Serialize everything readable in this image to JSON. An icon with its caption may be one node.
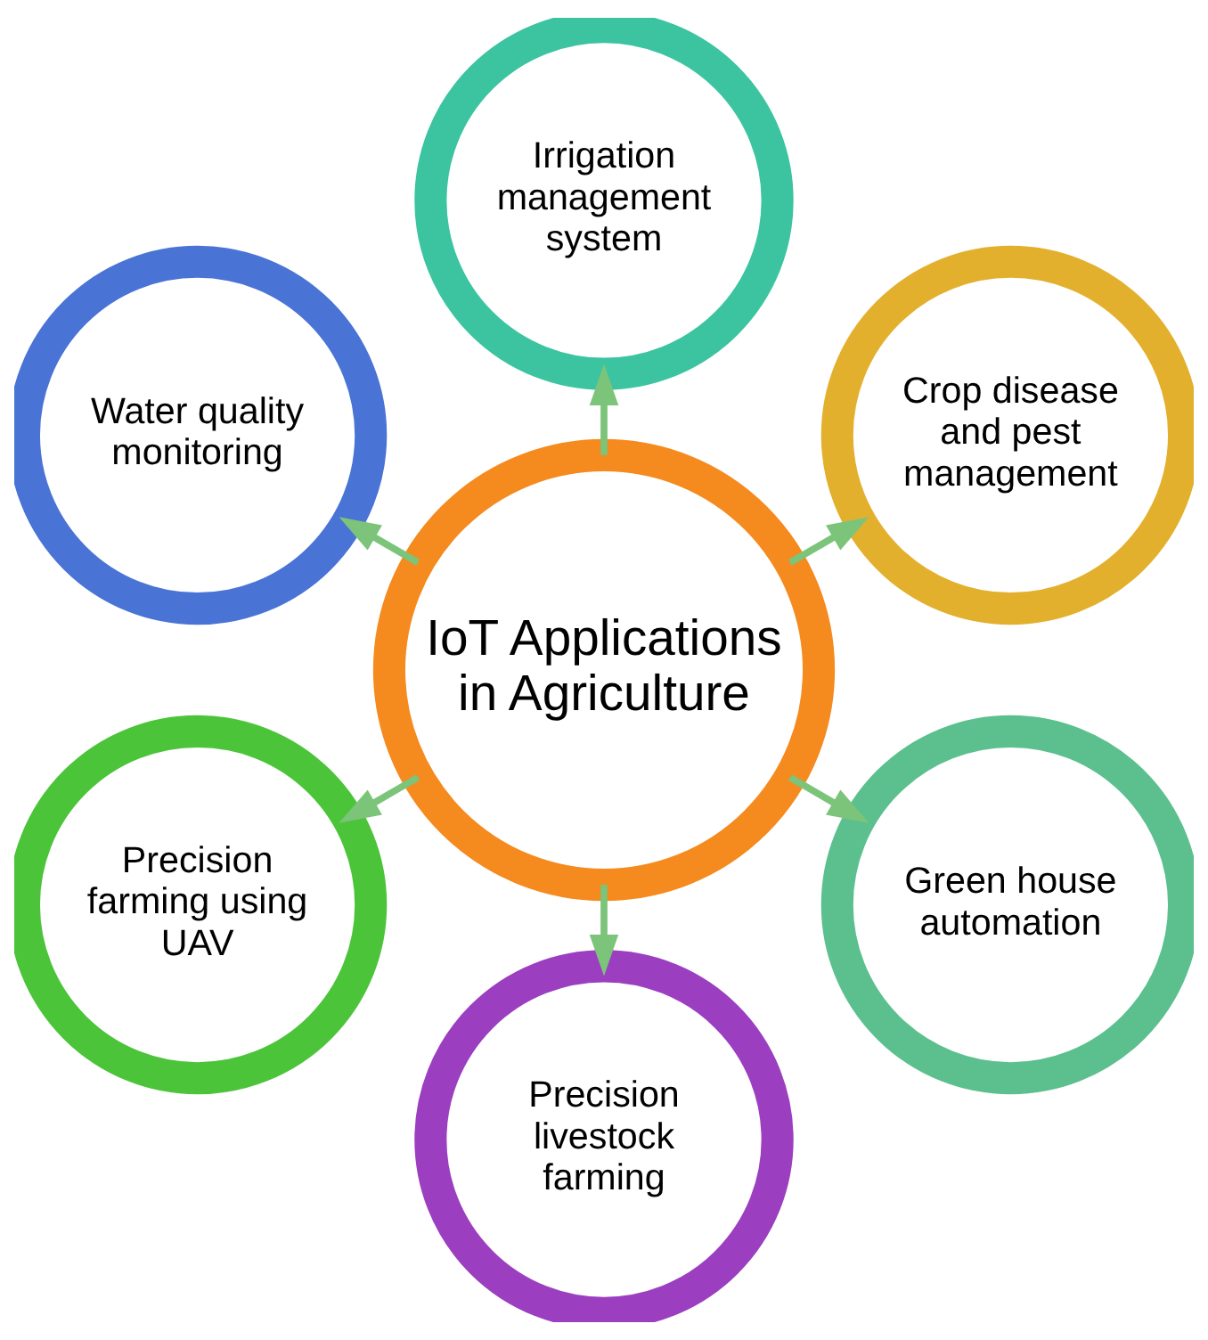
{
  "diagram": {
    "nodes": [
      {
        "text": [
          "IoT Applications in Agriculture"
        ]
      },
      {
        "text": [
          "Crop disease and pest management"
        ]
      },
      {
        "text": [
          "Irrigation management system"
        ]
      },
      {
        "text": [
          "Water quality monitoring"
        ]
      },
      {
        "text": [
          "Precision farming using UAV"
        ]
      },
      {
        "text": [
          "Precision livestock farming"
        ]
      },
      {
        "text": [
          "Green house automation"
        ]
      }
    ],
    "edges": [
      {
        "from": 0,
        "to": 1,
        "arrow": "to"
      },
      {
        "from": 0,
        "to": 2,
        "arrow": "to"
      },
      {
        "from": 0,
        "to": 3,
        "arrow": "to"
      },
      {
        "from": 0,
        "to": 4,
        "arrow": "to"
      },
      {
        "from": 0,
        "to": 5,
        "arrow": "to"
      },
      {
        "from": 0,
        "to": 6,
        "arrow": "to"
      }
    ]
  }
}
